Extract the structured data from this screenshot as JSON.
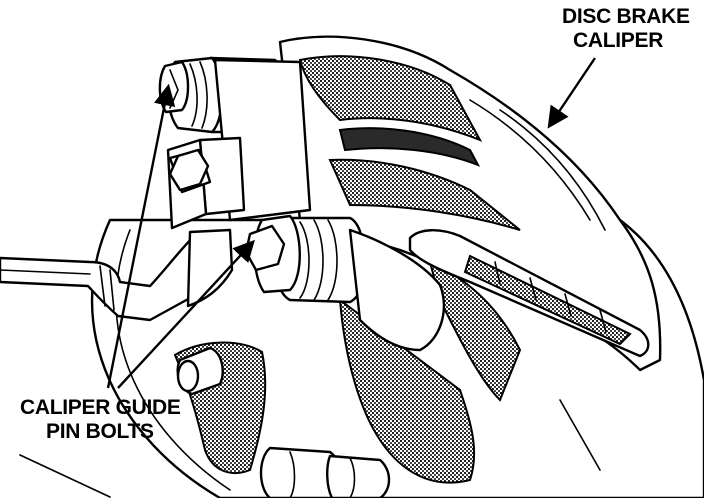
{
  "labels": {
    "disc_brake_caliper": [
      "DISC BRAKE",
      "CALIPER"
    ],
    "caliper_guide_pin_bolts": [
      "CALIPER GUIDE",
      "PIN BOLTS"
    ]
  },
  "colors": {
    "ink": "#000000",
    "paper": "#ffffff",
    "shading": "#555555"
  }
}
